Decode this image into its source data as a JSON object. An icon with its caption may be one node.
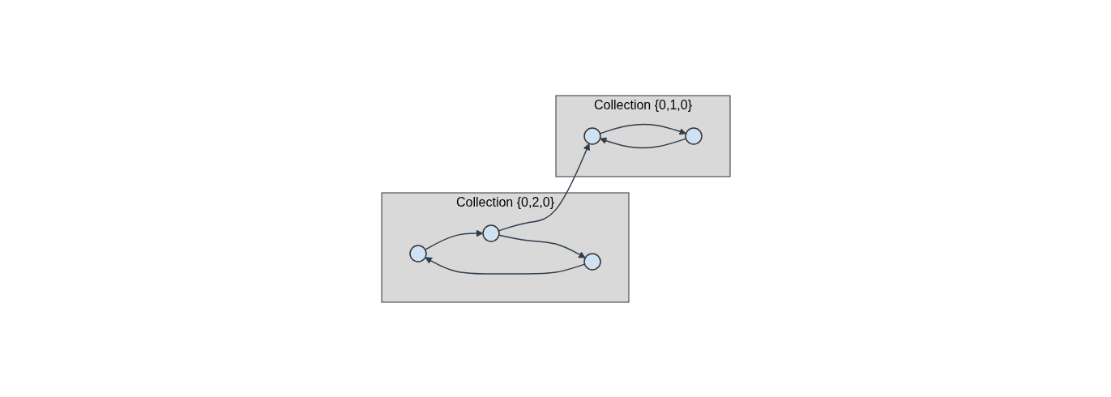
{
  "diagram": {
    "nodes": [
      {
        "text": [
          "Collection {0,2,0}"
        ]
      },
      {
        "text": [],
        "shape": "circle",
        "in": 0
      },
      {
        "text": [],
        "shape": "circle",
        "in": 0
      },
      {
        "text": [],
        "shape": "circle",
        "in": 0
      },
      {
        "text": [
          "Collection {0,1,0}"
        ]
      },
      {
        "text": [],
        "shape": "circle",
        "in": 4
      },
      {
        "text": [],
        "shape": "circle",
        "in": 4
      }
    ],
    "edges": [
      {
        "from": 1,
        "to": 2,
        "arrow": "to"
      },
      {
        "from": 2,
        "to": 3,
        "arrow": "to"
      },
      {
        "from": 3,
        "to": 1,
        "arrow": "to"
      },
      {
        "from": 2,
        "to": 5,
        "arrow": "to"
      },
      {
        "from": 5,
        "to": 6,
        "arrow": "to"
      },
      {
        "from": 6,
        "to": 5,
        "arrow": "to"
      }
    ]
  }
}
